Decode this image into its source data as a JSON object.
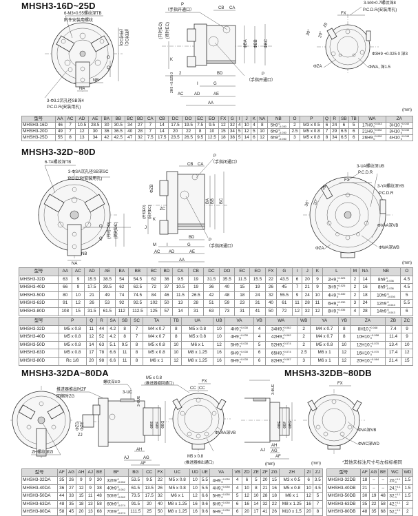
{
  "sections": {
    "s1_title": "MHSH3-16D~25D",
    "s2_title": "MHSH3-32D~80D",
    "s3_title": "MHSH3-32DA~80DA",
    "s4_title": "MHSH3-32DB~80DB",
    "unit": "(mm)",
    "note": "*其他未标注尺寸与左标标相同"
  },
  "drawings": {
    "s1": [
      "6-M3×0.55螺纹深TB",
      "附件安装用螺纹",
      "(开时DO)",
      "(闭时DC)",
      "O",
      "Q",
      "NB",
      "NA",
      "3-Φ3.2沉孔径SB深4",
      "P.C.D.R(安装用孔)",
      "P",
      "（手指开通口）",
      "CB",
      "CA",
      "(开时EO)",
      "(闭时EC)",
      "ΦBA",
      "ΦBB",
      "ΦBC",
      "K",
      "2",
      "2H9 +0.025 0",
      "BD",
      "P",
      "（手指开通口）",
      "I",
      "G",
      "AC",
      "AD",
      "AE",
      "AA",
      "3-M4×0.7螺纹深8",
      "P.C.D.R(安装用孔)",
      "FX",
      "30°",
      "25",
      "20°",
      "Φ3H9 +0.025 0 深3",
      "ΦZA",
      "ΦWA, 深1.5"
    ],
    "s2": [
      "6-TA螺纹深TB",
      "3-ΦSA沉孔径SB深SC",
      "P.C.D.R(安装用孔)",
      "O",
      "Q",
      "(开时DO)",
      "(闭时DC)",
      "NB",
      "NA",
      "P",
      "（手指闭通口）",
      "CB",
      "CA",
      "ΦZB",
      "(开时EO)",
      "(闭时EC)",
      "ZC",
      "K",
      "J",
      "BA",
      "BB",
      "BC",
      "BD",
      "P",
      "（手指闭通口）",
      "M",
      "I",
      "G",
      "AC",
      "AD",
      "AE",
      "AA",
      "3-UA螺纹深UB",
      "P.C.D.R",
      "FX",
      "3-YA螺纹深YB",
      "P.C.D.R",
      "30°",
      "25",
      "20°",
      "ΦVAA深VB",
      "ΦWA深WB",
      "ΦZA"
    ],
    "s3": [
      "ZH螺纹深ZI",
      "推进器推出时ZF",
      "回缩时ZG",
      "螺纹深UD",
      "3-UC",
      "3-ΦUE",
      "M5 x 0.8",
      "(推进器缩回通口)",
      "ΦZD",
      "ΦZE",
      "ZJ",
      "ΦBE",
      "ΦBF",
      "ΦBG",
      "AH",
      "AJ",
      "AG",
      "AF",
      "CC",
      "CC",
      "FX",
      "ΦVAA深VB",
      "M5 x 0.8",
      "(推进器推出通口)"
    ],
    "s4": [
      "3-ΦUE",
      "ΦBE",
      "ΦBF",
      "ΦBG",
      "AH",
      "AJ",
      "AG",
      "AF",
      "FX",
      "ΦVA深VB",
      "ΦWC深WD",
      "(mm)"
    ]
  },
  "tables": {
    "t1": {
      "header": [
        "型号",
        "AA",
        "AC",
        "AD",
        "AE",
        "BA",
        "BB",
        "BC",
        "BD",
        "CA",
        "CB",
        "DC",
        "DO",
        "EC",
        "EO",
        "FX",
        "G",
        "I",
        "J",
        "K",
        "NA",
        "NB",
        "O",
        "P",
        "Q",
        "R",
        "SB",
        "TB",
        "WA",
        "ZA"
      ],
      "rows": [
        [
          "MHSH3-16D",
          "46",
          "7",
          "10.5",
          "28.5",
          "30",
          "30.5",
          "34",
          "27",
          "7",
          "14",
          "17.5",
          "19.5",
          "7.5",
          "9.5",
          "12",
          "32",
          "4",
          "10",
          "4",
          "8",
          [
            "5h9",
            "0",
            "-0.030"
          ],
          "2",
          "M3 x 0.5",
          "6",
          "24",
          "6",
          "5",
          [
            "17H9",
            "+0.043",
            "0"
          ],
          [
            "3H10",
            "+0.040",
            "0"
          ]
        ],
        [
          "MHSH3-20D",
          "49",
          "7",
          "12",
          "30",
          "36",
          "36.5",
          "40",
          "28",
          "7",
          "14",
          "20",
          "22",
          "8",
          "10",
          "15",
          "34",
          "5",
          "12",
          "5",
          "10",
          [
            "6h9",
            "0",
            "-0.030"
          ],
          "2.5",
          "M5 x 0.8",
          "7",
          "29",
          "6.5",
          "6",
          [
            "21H9",
            "+0.052",
            "0"
          ],
          [
            "3H10",
            "+0.040",
            "0"
          ]
        ],
        [
          "MHSH3-25D",
          "55",
          "8",
          "13",
          "34",
          "42",
          "42.5",
          "47",
          "32",
          "7.5",
          "17.5",
          "23.5",
          "26.5",
          "9.5",
          "12.5",
          "18",
          "38",
          "5",
          "14",
          "6",
          "12",
          [
            "6h9",
            "0",
            "-0.030"
          ],
          "3",
          "M5 x 0.8",
          "8",
          "34",
          "6.5",
          "6",
          [
            "26H9",
            "+0.052",
            "0"
          ],
          [
            "4H10",
            "+0.048",
            "0"
          ]
        ]
      ]
    },
    "t2": {
      "header": [
        "型号",
        "AA",
        "AC",
        "AD",
        "AE",
        "BA",
        "BB",
        "BC",
        "BD",
        "CA",
        "CB",
        "DC",
        "DO",
        "EC",
        "EO",
        "FX",
        "G",
        "I",
        "J",
        "K",
        "L",
        "M",
        "NA",
        "NB",
        "O"
      ],
      "rows": [
        [
          "MHSH3-32D",
          "63",
          "9",
          "15.5",
          "38.5",
          "54",
          "54.5",
          "62",
          "36",
          "9.5",
          "19",
          "31.5",
          "35.5",
          "11.5",
          "15.5",
          "22",
          "43.5",
          "6",
          "20",
          "9",
          [
            "2H9",
            "+0.025",
            "0"
          ],
          "2",
          "14",
          [
            "8h9",
            "0",
            "-0.036"
          ],
          "4.5"
        ],
        [
          "MHSH3-40D",
          "66",
          "9",
          "17.5",
          "39.5",
          "62",
          "62.5",
          "72",
          "37",
          "10.5",
          "19",
          "36",
          "40",
          "15",
          "19",
          "26",
          "45",
          "7",
          "21",
          "9",
          [
            "3H9",
            "+0.025",
            "0"
          ],
          "2",
          "16",
          [
            "8h9",
            "0",
            "-0.036"
          ],
          "4.5"
        ],
        [
          "MHSH3-50D",
          "80",
          "10",
          "21",
          "49",
          "74",
          "74.5",
          "84",
          "46",
          "11.5",
          "26.5",
          "42",
          "48",
          "18",
          "24",
          "32",
          "55.5",
          "9",
          "24",
          "10",
          [
            "4H9",
            "+0.030",
            "0"
          ],
          "2",
          "18",
          [
            "10h9",
            "0",
            "-0.036"
          ],
          "5"
        ],
        [
          "MHSH3-63D",
          "91",
          "12",
          "26",
          "53",
          "92",
          "92.5",
          "102",
          "50",
          "13",
          "28",
          "51",
          "59",
          "23",
          "31",
          "40",
          "61",
          "11",
          "28",
          "11",
          [
            "6H9",
            "+0.030",
            "0"
          ],
          "3",
          "24",
          [
            "12h9",
            "0",
            "-0.043"
          ],
          "5.5"
        ],
        [
          "MHSH3-80D",
          "108",
          "15",
          "31.5",
          "61.5",
          "112",
          "112.5",
          "125",
          "57",
          "14",
          "31",
          "63",
          "73",
          "31",
          "41",
          "50",
          "72",
          "12",
          "32",
          "12",
          [
            "8H9",
            "+0.036",
            "0"
          ],
          "4",
          "28",
          [
            "14h9",
            "0",
            "-0.043"
          ],
          "6"
        ]
      ]
    },
    "t3": {
      "header": [
        "型号",
        "P",
        "Q",
        "R",
        "SA",
        "SB",
        "SC",
        "TA",
        "TB",
        "UA",
        "UB",
        "VA",
        "VB",
        "WA",
        "WB",
        "YA",
        "YB",
        "ZA",
        "ZB",
        "ZC"
      ],
      "rows": [
        [
          "MHSH3-32D",
          "M5 x 0.8",
          "11",
          "44",
          "4.2",
          "8",
          "7",
          "M4 x 0.7",
          "8",
          "M5 x 0.8",
          "10",
          [
            "4H9",
            "+0.030",
            "0"
          ],
          "4",
          [
            "34H9",
            "+0.062",
            "0"
          ],
          "2",
          "M4 x 0.7",
          "8",
          [
            "8H10",
            "+0.048",
            "0"
          ],
          "7.4",
          "9"
        ],
        [
          "MHSH3-40D",
          "M5 x 0.8",
          "12",
          "52",
          "4.2",
          "8",
          "7",
          "M4 x 0.7",
          "8",
          "M5 x 0.8",
          "10",
          [
            "4H9",
            "+0.030",
            "0"
          ],
          "4",
          [
            "42H9",
            "+0.062",
            "0"
          ],
          "2",
          "M4 x 0.7",
          "8",
          [
            "10H10",
            "+0.058",
            "0"
          ],
          "11.4",
          "9"
        ],
        [
          "MHSH3-50D",
          "M5 x 0.8",
          "14",
          "63",
          "5.1",
          "9.5",
          "8",
          "M5 x 0.8",
          "10",
          "M6 x 1",
          "12",
          [
            "5H9",
            "+0.030",
            "0"
          ],
          "5",
          [
            "52H9",
            "+0.074",
            "0"
          ],
          "2",
          "M5 x 0.8",
          "10",
          [
            "12H10",
            "+0.070",
            "0"
          ],
          "13.4",
          "10"
        ],
        [
          "MHSH3-63D",
          "M5 x 0.8",
          "17",
          "78",
          "6.6",
          "11",
          "8",
          "M5 x 0.8",
          "10",
          "M8 x 1.25",
          "16",
          [
            "6H9",
            "+0.030",
            "0"
          ],
          "6",
          [
            "65H9",
            "+0.074",
            "0"
          ],
          "2.5",
          "M6 x 1",
          "12",
          [
            "16H10",
            "+0.070",
            "0"
          ],
          "17.4",
          "12"
        ],
        [
          "MHSH3-80D",
          "Rc 1/8",
          "20",
          "98",
          "6.6",
          "11",
          "8",
          "M6 x 1",
          "12",
          "M8 x 1.25",
          "16",
          [
            "6H9",
            "+0.030",
            "0"
          ],
          "6",
          [
            "82H9",
            "+0.087",
            "0"
          ],
          "3",
          "M6 x 1",
          "12",
          [
            "20H10",
            "+0.084",
            "0"
          ],
          "21.4",
          "15"
        ]
      ]
    },
    "t4": {
      "header": [
        "型号",
        "AF",
        "AG",
        "AH",
        "AJ",
        "BE",
        "BF",
        "BG",
        "CC",
        "FX",
        "UC",
        "UD",
        "UE",
        "VA",
        "VB",
        "ZD",
        "ZE",
        "ZF",
        "ZG",
        "ZH",
        "ZI",
        "ZJ"
      ],
      "rows": [
        [
          "MHSH3-32DA",
          "35",
          "26",
          "9",
          "9",
          "30",
          [
            "32h9",
            "0",
            "-0.062"
          ],
          "53.5",
          "9.5",
          "22",
          "M5 x 0.8",
          "10",
          "5.5",
          [
            "4H9",
            "+0.030",
            "0"
          ],
          "4",
          "6",
          "5",
          "20",
          "15",
          "M3 x 0.5",
          "6",
          "3.5"
        ],
        [
          "MHSH3-40DA",
          "36",
          "27",
          "12",
          "9",
          "38",
          [
            "40h9",
            "0",
            "-0.062"
          ],
          "61.5",
          "13.5",
          "26",
          "M5 x 0.8",
          "10",
          "5.5",
          [
            "4H9",
            "+0.030",
            "0"
          ],
          "4",
          "10",
          "8",
          "21",
          "16",
          "M5 x 0.8",
          "10",
          "4.5"
        ],
        [
          "MHSH3-50DA",
          "44",
          "33",
          "15",
          "11",
          "48",
          [
            "50h9",
            "0",
            "-0.062"
          ],
          "73.5",
          "17.5",
          "32",
          "M6 x 1",
          "12",
          "6.6",
          [
            "5H9",
            "+0.030",
            "0"
          ],
          "5",
          "12",
          "10",
          "28",
          "18",
          "M6 x 1",
          "12",
          "5"
        ],
        [
          "MHSH3-63DA",
          "48",
          "35",
          "18",
          "13",
          "58",
          [
            "60h9",
            "0",
            "-0.074"
          ],
          "91.5",
          "20",
          "40",
          "M8 x 1.25",
          "16",
          "9.6",
          [
            "6H9",
            "+0.030",
            "0"
          ],
          "6",
          "16",
          "14",
          "32",
          "22",
          "M8 x 1.25",
          "16",
          "7"
        ],
        [
          "MHSH3-80DA",
          "58",
          "45",
          "20",
          "13",
          "68",
          [
            "70h9",
            "0",
            "-0.074"
          ],
          "111.5",
          "25",
          "50",
          "M8 x 1.25",
          "16",
          "9.6",
          [
            "6H9",
            "+0.030",
            "0"
          ],
          "6",
          "20",
          "17",
          "41",
          "26",
          "M10 x 1.5",
          "20",
          "8"
        ]
      ]
    },
    "t5": {
      "header": [
        "型号",
        "AF",
        "AG",
        "BE",
        "WC",
        "WD"
      ],
      "rows": [
        [
          "MHSH3-32DB",
          "18",
          "–",
          "–",
          [
            "20",
            "+0.1",
            "0"
          ],
          "1.5"
        ],
        [
          "MHSH3-40DB",
          "21",
          "–",
          "–",
          [
            "24",
            "+0.1",
            "0"
          ],
          "1.5"
        ],
        [
          "MHSH3-50DB",
          "30",
          "19",
          "48",
          [
            "32",
            "+0.1",
            "0"
          ],
          "1.5"
        ],
        [
          "MHSH3-63DB",
          "35",
          "22",
          "58",
          [
            "42",
            "+0.1",
            "0"
          ],
          "2"
        ],
        [
          "MHSH3-80DB",
          "48",
          "35",
          "68",
          [
            "52",
            "+0.1",
            "0"
          ],
          "2"
        ]
      ]
    }
  }
}
